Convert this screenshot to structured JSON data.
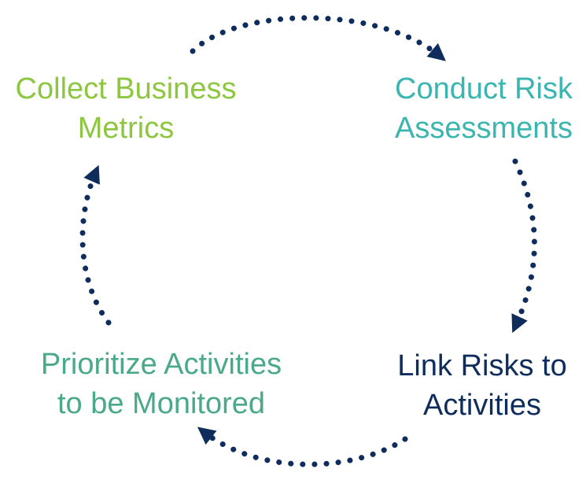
{
  "diagram": {
    "steps": [
      {
        "line1": "Collect Business",
        "line2": "Metrics",
        "color": "#8dc63f"
      },
      {
        "line1": "Conduct Risk",
        "line2": "Assessments",
        "color": "#3ab5b0"
      },
      {
        "line1": "Link Risks to",
        "line2": "Activities",
        "color": "#0f2d5c"
      },
      {
        "line1": "Prioritize Activities",
        "line2": "to be Monitored",
        "color": "#4aa98a"
      }
    ],
    "arrow_color": "#0f2d5c"
  }
}
